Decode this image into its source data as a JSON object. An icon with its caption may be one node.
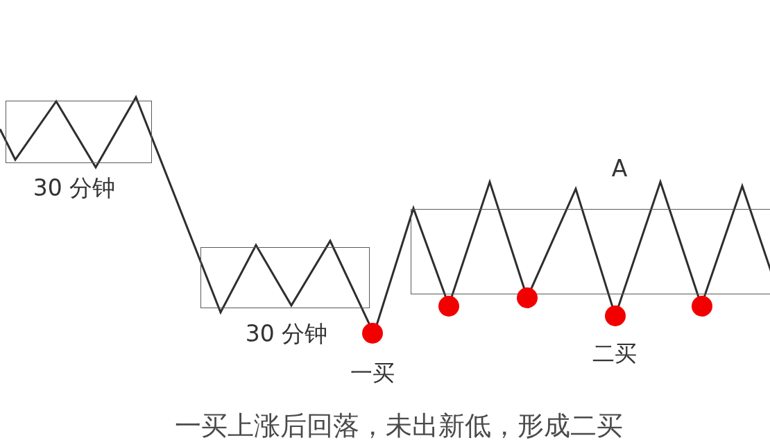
{
  "diagram": {
    "caption": "一买上涨后回落，未出新低，形成二买",
    "nodes": [
      {
        "text": [],
        "shape": "box",
        "beside": [
          "30 分钟"
        ]
      },
      {
        "text": [],
        "shape": "box",
        "beside": [
          "30 分钟"
        ]
      },
      {
        "text": [],
        "shape": "circle",
        "beside": [
          "一买"
        ]
      },
      {
        "text": [],
        "shape": "box",
        "beside": [
          "A"
        ]
      },
      {
        "text": [],
        "shape": "circle"
      },
      {
        "text": [],
        "shape": "circle"
      },
      {
        "text": [],
        "shape": "circle",
        "beside": [
          "二买"
        ]
      },
      {
        "text": [],
        "shape": "circle"
      }
    ]
  }
}
